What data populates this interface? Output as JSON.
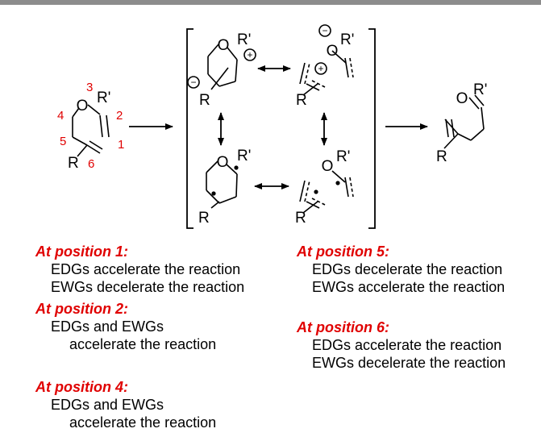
{
  "colors": {
    "rule_bar": "#8c8c8c",
    "highlight": "#e00000",
    "ink": "#000000"
  },
  "scheme": {
    "reactant": {
      "atom_o": "O",
      "r_prime": "R'",
      "r": "R",
      "positions": [
        "1",
        "2",
        "3",
        "4",
        "5",
        "6"
      ]
    },
    "resonance": {
      "zwitterion_chair": {
        "atom_o": "O",
        "r_prime": "R'",
        "r": "R",
        "plus": "+",
        "minus": "−"
      },
      "zwitterion_open": {
        "atom_o": "O",
        "r_prime": "R'",
        "r": "R",
        "plus": "+",
        "minus": "−"
      },
      "diradical_chair": {
        "atom_o": "O",
        "r_prime": "R'",
        "r": "R"
      },
      "diradical_open": {
        "atom_o": "O",
        "r_prime": "R'",
        "r": "R"
      }
    },
    "product": {
      "atom_o": "O",
      "r_prime": "R'",
      "r": "R"
    }
  },
  "notes": {
    "pos1": {
      "heading": "At position 1:",
      "lines": [
        "EDGs accelerate the reaction",
        "EWGs decelerate the reaction"
      ]
    },
    "pos2": {
      "heading": "At position 2:",
      "lines": [
        "EDGs and EWGs",
        "accelerate the reaction"
      ]
    },
    "pos4": {
      "heading": "At position 4:",
      "lines": [
        "EDGs and EWGs",
        "accelerate the reaction"
      ]
    },
    "pos5": {
      "heading": "At position 5:",
      "lines": [
        "EDGs decelerate the reaction",
        "EWGs accelerate the reaction"
      ]
    },
    "pos6": {
      "heading": "At position 6:",
      "lines": [
        "EDGs accelerate the reaction",
        "EWGs decelerate the reaction"
      ]
    }
  }
}
